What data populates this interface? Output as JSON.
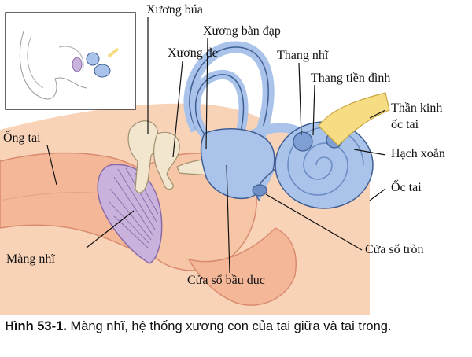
{
  "labels": {
    "xuong_bua": "Xương búa",
    "xuong_ban_dap": "Xương bàn đạp",
    "xuong_de": "Xương đe",
    "thang_nhi": "Thang nhĩ",
    "thang_tien_dinh": "Thang tiền đình",
    "than_kinh_1": "Thần kinh",
    "than_kinh_2": "ốc tai",
    "ong_tai": "Ống tai",
    "hach_xoan": "Hạch xoắn",
    "oc_tai": "Ốc tai",
    "mang_nhi": "Màng nhĩ",
    "cua_so_tron": "Cửa sổ tròn",
    "cua_so_bau_duc": "Cửa sổ bầu dục"
  },
  "caption": {
    "number": "Hình 53-1.",
    "text": " Màng nhĩ, hệ thống xương con của tai giữa và tai trong."
  },
  "colors": {
    "skin": "#f7c8a8",
    "canal": "#f3b89a",
    "bone": "#f2e6cf",
    "eardrum": "#c9b3dc",
    "inner_ear": "#a9c3ea",
    "inner_ear_stroke": "#3f5f94",
    "nerve": "#f6dc83"
  }
}
